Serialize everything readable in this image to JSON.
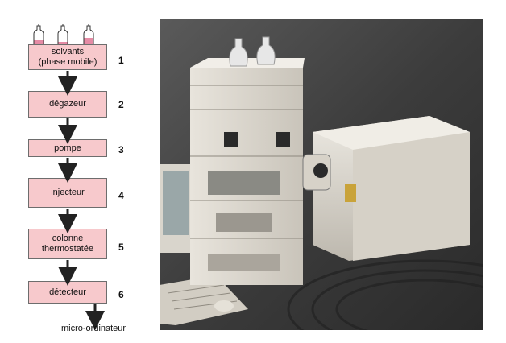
{
  "diagram": {
    "bottles_label": "",
    "steps": [
      {
        "id": "solvants",
        "line1": "solvants",
        "line2": "(phase mobile)",
        "number": "1"
      },
      {
        "id": "degazeur",
        "line1": "dégazeur",
        "line2": "",
        "number": "2"
      },
      {
        "id": "pompe",
        "line1": "pompe",
        "line2": "",
        "number": "3"
      },
      {
        "id": "injecteur",
        "line1": "injecteur",
        "line2": "",
        "number": "4"
      },
      {
        "id": "colonne",
        "line1": "colonne",
        "line2": "thermostatée",
        "number": "5"
      },
      {
        "id": "detecteur",
        "line1": "détecteur",
        "line2": "",
        "number": "6"
      }
    ],
    "output_label": "micro-ordinateur",
    "colors": {
      "box_fill": "#f7c9cc",
      "box_border": "#6d6d6d",
      "arrow": "#222222",
      "bottle_liquid": "#e58ba5"
    }
  },
  "photo": {
    "description_icon": "hplc-instrument-photo"
  }
}
